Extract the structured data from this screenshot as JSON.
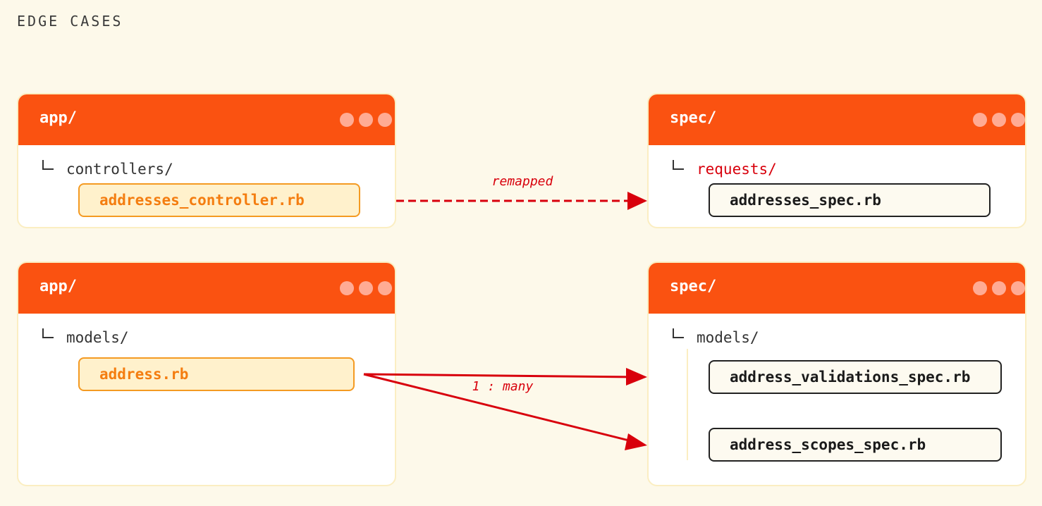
{
  "section_title": "EDGE CASES",
  "rows": [
    {
      "source": {
        "title": "app/",
        "folder": "controllers/",
        "files": [
          "addresses_controller.rb"
        ]
      },
      "target": {
        "title": "spec/",
        "folder": "requests/",
        "files": [
          "addresses_spec.rb"
        ]
      },
      "relation": "remapped"
    },
    {
      "source": {
        "title": "app/",
        "folder": "models/",
        "files": [
          "address.rb"
        ]
      },
      "target": {
        "title": "spec/",
        "folder": "models/",
        "files": [
          "address_validations_spec.rb",
          "address_scopes_spec.rb"
        ]
      },
      "relation": "1 : many"
    }
  ],
  "colors": {
    "background": "#fdf9ea",
    "header": "#fa5211",
    "header_dots": "#ffab94",
    "source_file_fill": "#fff1cc",
    "source_file_border": "#f49a22",
    "source_file_text": "#f47d10",
    "arrow": "#d8000c",
    "remapped_folder_text": "#d8000c"
  }
}
